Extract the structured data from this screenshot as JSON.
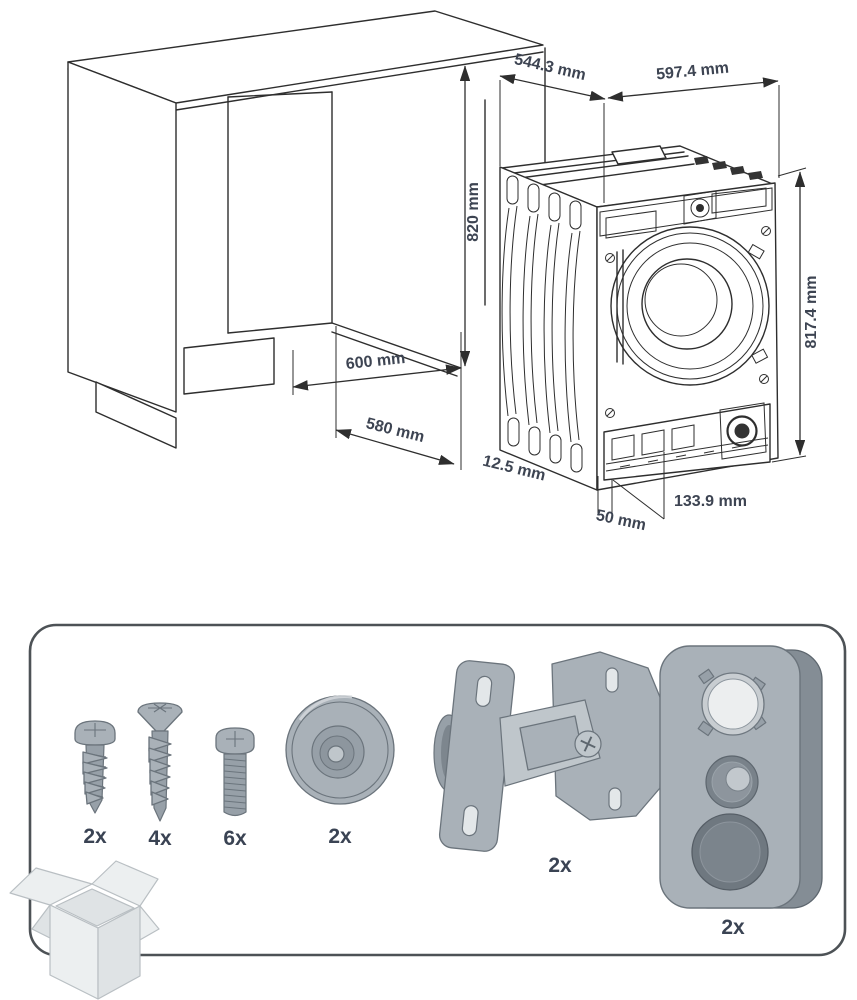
{
  "page": {
    "background": "#ffffff"
  },
  "colors": {
    "line": "#2e2e2e",
    "dimension_text": "#3d4452",
    "qty_text": "#3a4353",
    "part_fill": "#a9b1b8",
    "part_outline": "#6b747c",
    "panel_border": "#4d5256"
  },
  "diagram": {
    "dimensions": {
      "niche_depth_top": "544.3 mm",
      "machine_width_top": "597.4 mm",
      "niche_height": "820 mm",
      "machine_height": "817.4 mm",
      "cabinet_depth": "600 mm",
      "machine_base_depth": "580 mm",
      "front_gap": "12.5 mm",
      "foot_offset": "50 mm",
      "plinth_height": "133.9 mm"
    }
  },
  "accessories": {
    "items": [
      {
        "name": "pan-head-screw",
        "qty": "2x"
      },
      {
        "name": "countersunk-screw",
        "qty": "4x"
      },
      {
        "name": "machine-screw",
        "qty": "6x"
      },
      {
        "name": "cover-disc",
        "qty": "2x"
      },
      {
        "name": "door-hinge",
        "qty": "2x"
      },
      {
        "name": "cover-plate",
        "qty": "2x"
      }
    ]
  }
}
